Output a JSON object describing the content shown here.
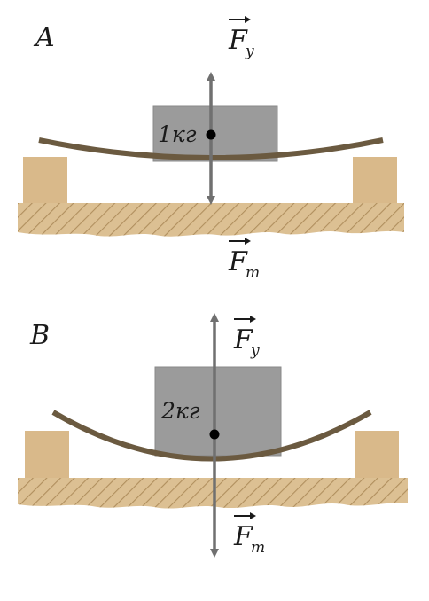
{
  "panels": [
    {
      "id": "A",
      "label": "A",
      "mass_label": "1кг",
      "force_up": {
        "main": "F",
        "sub": "у"
      },
      "force_down": {
        "main": "F",
        "sub": "т"
      }
    },
    {
      "id": "B",
      "label": "B",
      "mass_label": "2кг",
      "force_up": {
        "main": "F",
        "sub": "у"
      },
      "force_down": {
        "main": "F",
        "sub": "т"
      }
    }
  ],
  "colors": {
    "support": "#d9b98a",
    "ground": "#dcc093",
    "hatch": "#b08f5e",
    "beam": "#6b5a40",
    "block": "#9b9b9b",
    "block_edge": "#8a8a8a",
    "arrow": "#707070",
    "dot": "#000000",
    "text": "#1a1a1a"
  }
}
